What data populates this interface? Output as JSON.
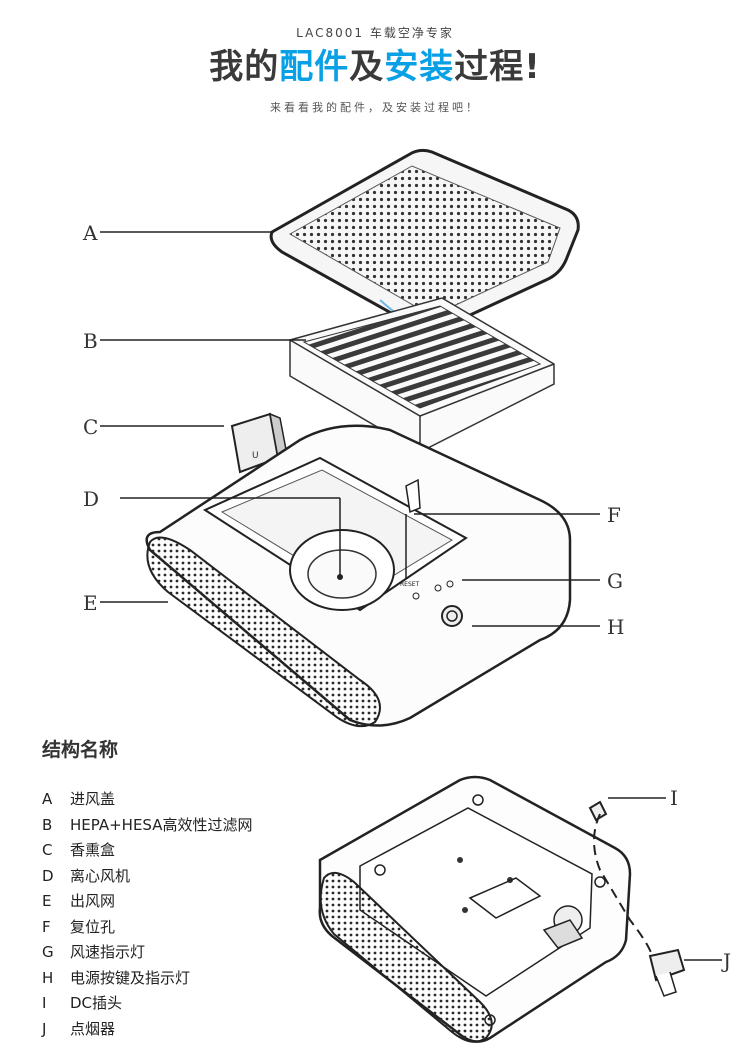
{
  "header": {
    "model_line": "LAC8001 车载空净专家",
    "title_part1": "我的",
    "title_accent1": "配件",
    "title_part2": "及",
    "title_accent2": "安装",
    "title_part3": "过程!",
    "tagline": "来看看我的配件，及安装过程吧！"
  },
  "diagram": {
    "callouts": {
      "a": "A",
      "b": "B",
      "c": "C",
      "d": "D",
      "e": "E",
      "f": "F",
      "g": "G",
      "h": "H",
      "i": "I",
      "j": "J"
    },
    "reset_label": "RESET"
  },
  "section": {
    "title": "结构名称"
  },
  "parts": [
    {
      "key": "A",
      "name": "进风盖"
    },
    {
      "key": "B",
      "name": "HEPA+HESA高效性过滤网"
    },
    {
      "key": "C",
      "name": "香熏盒"
    },
    {
      "key": "D",
      "name": "离心风机"
    },
    {
      "key": "E",
      "name": "出风网"
    },
    {
      "key": "F",
      "name": "复位孔"
    },
    {
      "key": "G",
      "name": "风速指示灯"
    },
    {
      "key": "H",
      "name": "电源按键及指示灯"
    },
    {
      "key": "I",
      "name": "DC插头"
    },
    {
      "key": "J",
      "name": "点烟器"
    }
  ],
  "colors": {
    "accent": "#0aa0e6",
    "text": "#333333",
    "line": "#222222"
  }
}
